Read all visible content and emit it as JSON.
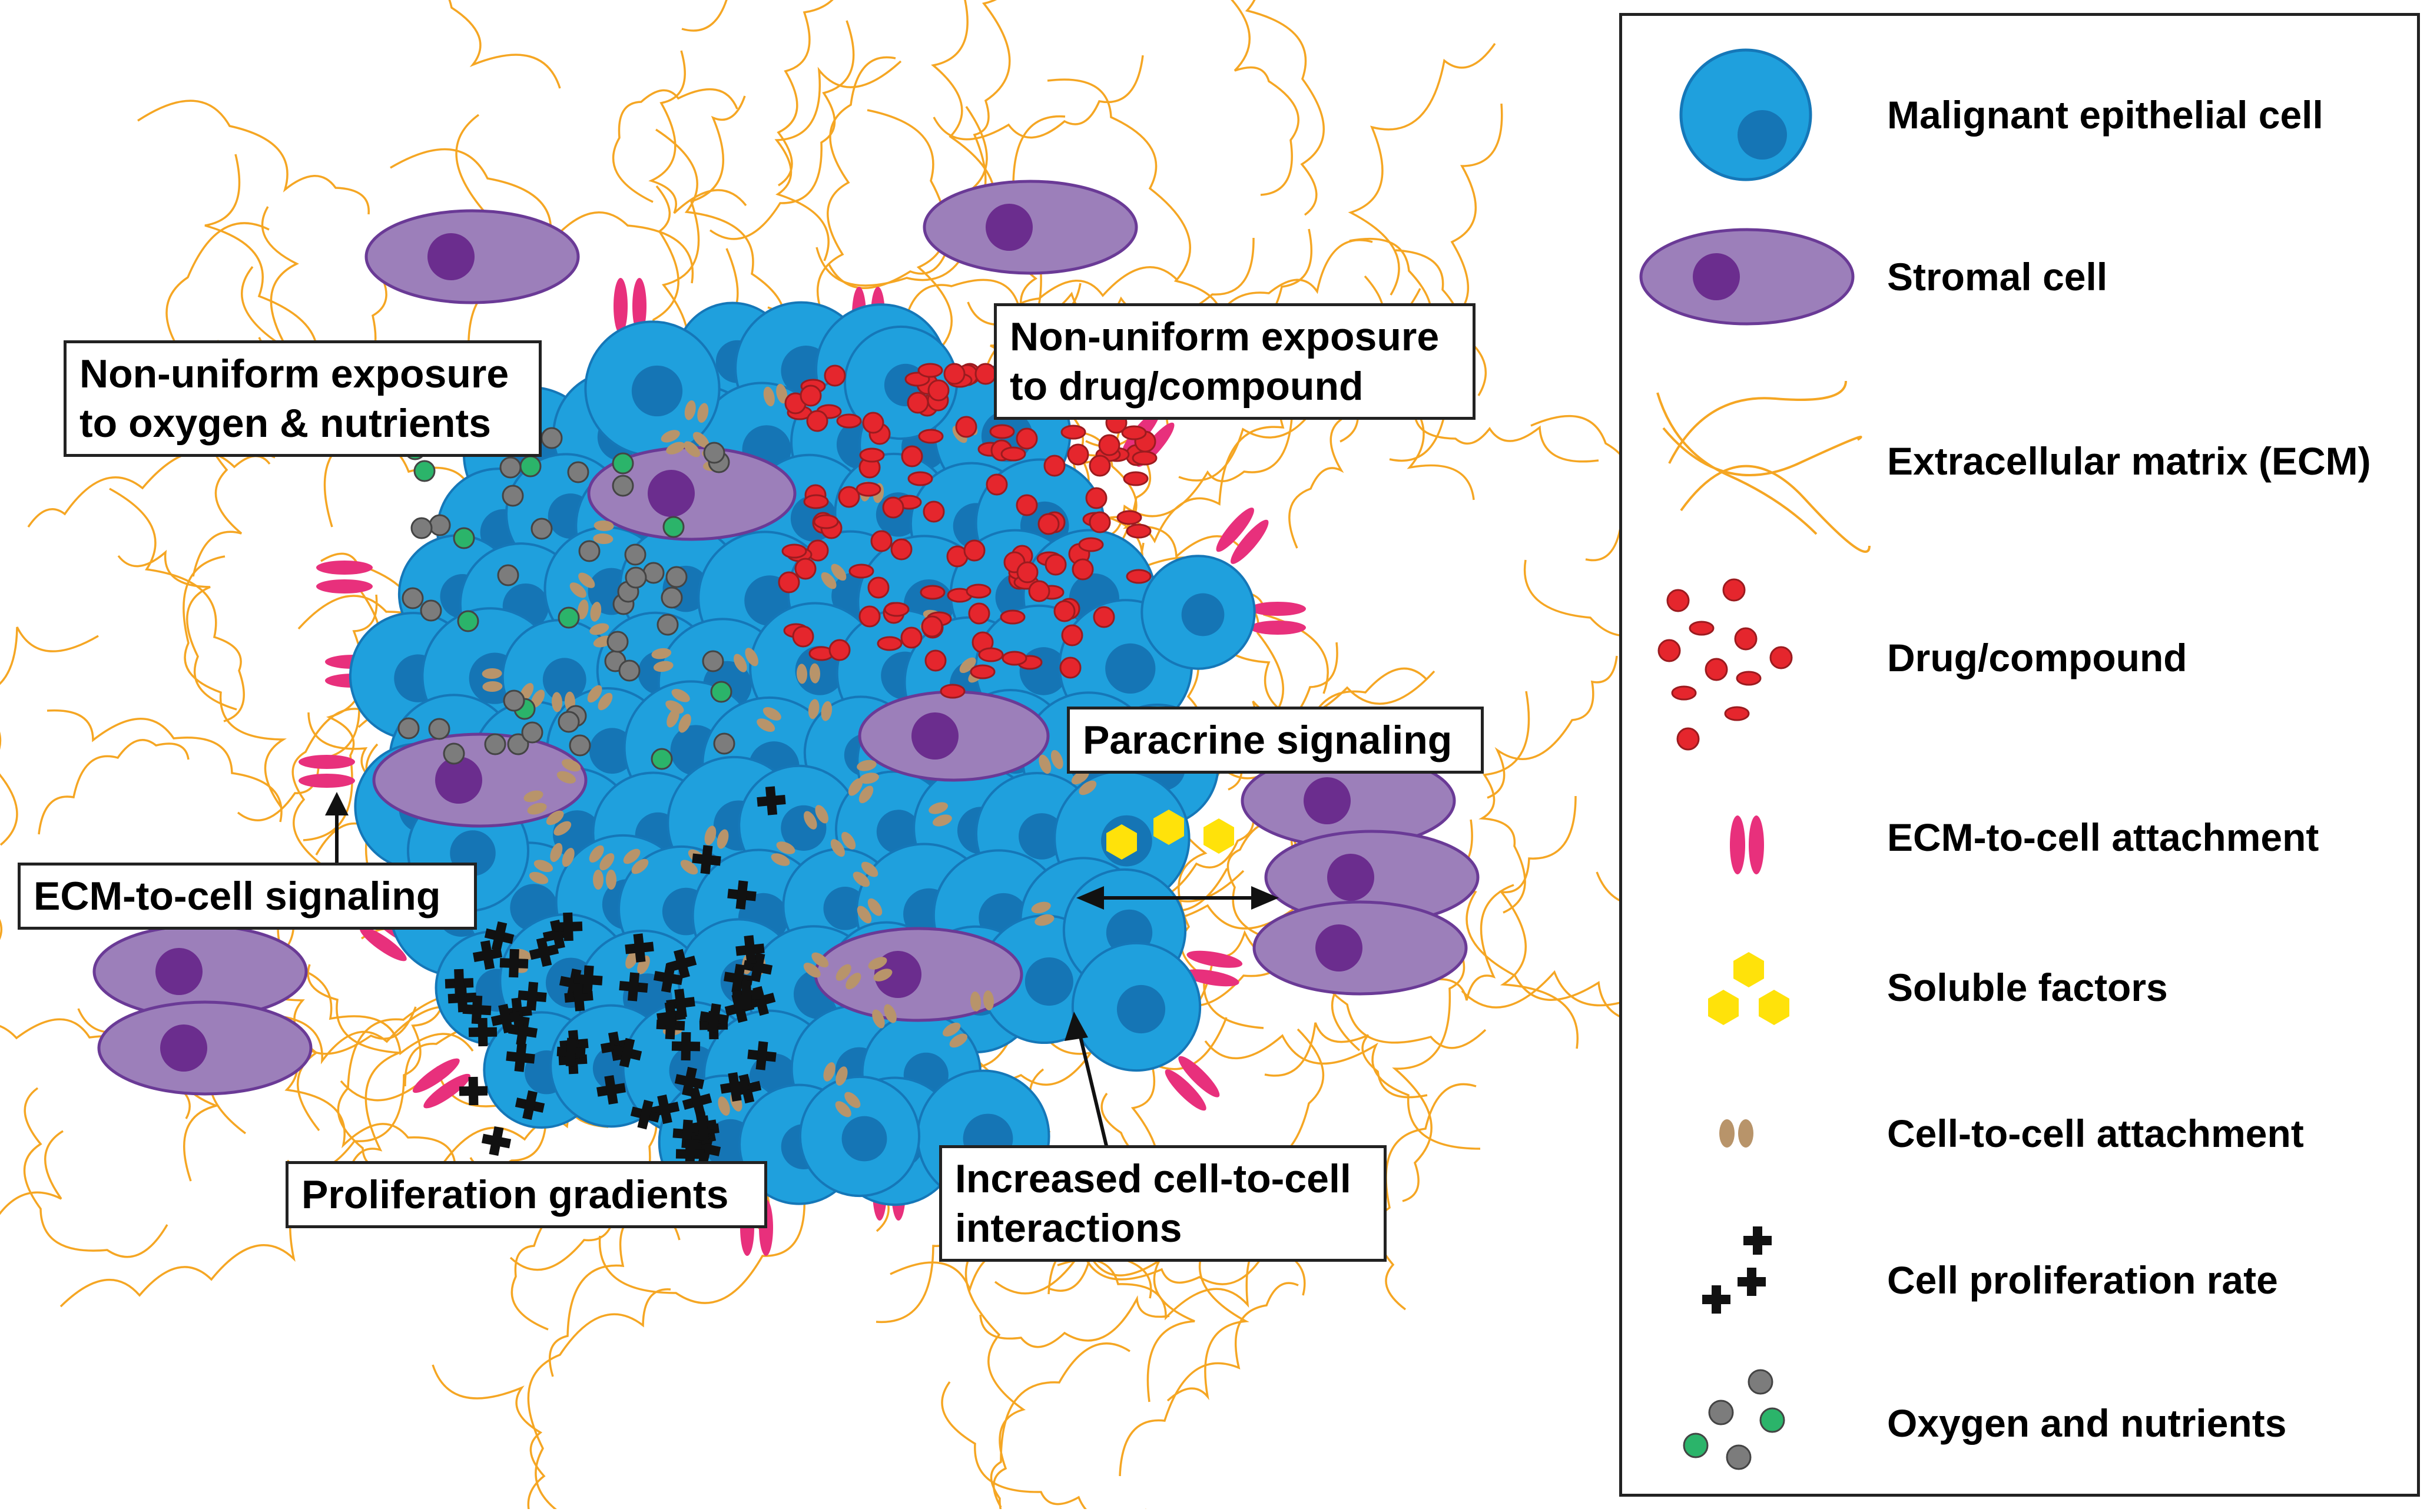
{
  "colors": {
    "malignant_cell_fill": "#1fa0dd",
    "malignant_cell_stroke": "#1577b8",
    "malignant_nucleus": "#1575b5",
    "stromal_fill": "#9c7fba",
    "stromal_stroke": "#6a3a96",
    "stromal_nucleus": "#6b2d8e",
    "ecm_fiber": "#f5a623",
    "drug": "#e5262d",
    "ecm_attachment": "#e8307c",
    "soluble_factor": "#ffe20a",
    "cell_attachment": "#b8946a",
    "proliferation_mark": "#111111",
    "oxygen_grey": "#7c7c7c",
    "nutrient_green": "#2bb46a"
  },
  "callouts": {
    "oxygen": [
      "Non-uniform exposure",
      "to oxygen & nutrients"
    ],
    "drug": [
      "Non-uniform exposure",
      "to drug/compound"
    ],
    "paracrine": [
      "Paracrine signaling"
    ],
    "ecm_signaling": [
      "ECM-to-cell signaling"
    ],
    "proliferation": [
      "Proliferation gradients"
    ],
    "cell_interactions": [
      "Increased cell-to-cell",
      "interactions"
    ]
  },
  "legend": {
    "items": [
      {
        "icon": "malignant-cell-icon",
        "label": "Malignant epithelial cell"
      },
      {
        "icon": "stromal-cell-icon",
        "label": "Stromal cell"
      },
      {
        "icon": "ecm-fiber-icon",
        "label": "Extracellular matrix (ECM)"
      },
      {
        "icon": "drug-particles-icon",
        "label": "Drug/compound"
      },
      {
        "icon": "ecm-attachment-icon",
        "label": "ECM-to-cell attachment"
      },
      {
        "icon": "soluble-factors-icon",
        "label": "Soluble factors"
      },
      {
        "icon": "cell-attachment-icon",
        "label": "Cell-to-cell attachment"
      },
      {
        "icon": "proliferation-icon",
        "label": "Cell proliferation rate"
      },
      {
        "icon": "oxygen-nutrients-icon",
        "label": "Oxygen and nutrients"
      }
    ]
  }
}
